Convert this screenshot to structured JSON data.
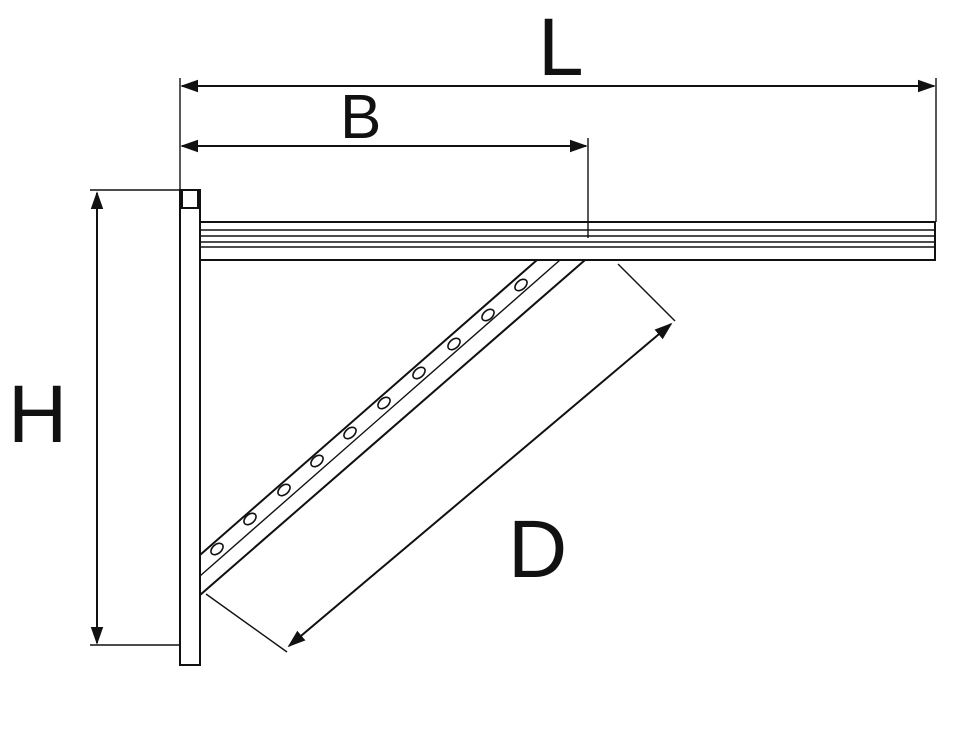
{
  "dimensions": {
    "length": "L",
    "bracket_depth": "B",
    "height": "H",
    "diagonal": "D"
  },
  "colors": {
    "ink": "#111111",
    "paper": "#ffffff"
  }
}
